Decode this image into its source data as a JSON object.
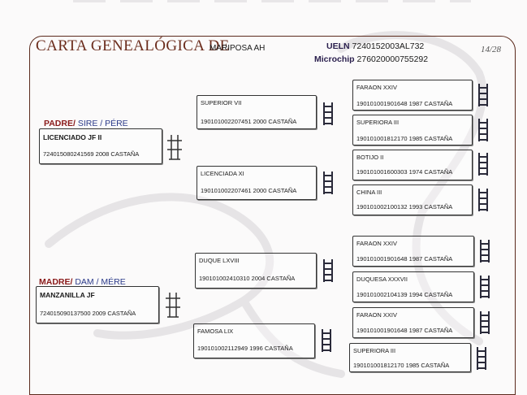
{
  "header": {
    "title": "CARTA GENEALÓGICA DE",
    "horse_name": "MARIPOSA AH",
    "ueln_label": "UELN",
    "ueln_value": "7240152003AL732",
    "microchip_label": "Microchip",
    "microchip_value": "276020000755292",
    "page": "14/28"
  },
  "sire": {
    "label_es": "PADRE/",
    "label_en": " SIRE / PÉRE",
    "name": "LICENCIADO JF II",
    "details": "724015080241569 2008 CASTAÑA"
  },
  "dam": {
    "label_es": "MADRE/",
    "label_en": " DAM / MÉRE",
    "name": "MANZANILLA JF",
    "details": "724015090137500 2009 CASTAÑA"
  },
  "grandparents": [
    {
      "name": "SUPERIOR VII",
      "details": "190101002207451 2000 CASTAÑA"
    },
    {
      "name": "LICENCIADA XI",
      "details": "190101002207461 2000 CASTAÑA"
    },
    {
      "name": "DUQUE LXVIII",
      "details": "190101002410310 2004 CASTAÑA"
    },
    {
      "name": "FAMOSA LIX",
      "details": "190101002112949 1996 CASTAÑA"
    }
  ],
  "great_grandparents": [
    {
      "name": "FARAON XXIV",
      "details": "190101001901648 1987 CASTAÑA"
    },
    {
      "name": "SUPERIORA III",
      "details": "190101001812170 1985 CASTAÑA"
    },
    {
      "name": "BOTIJO II",
      "details": "190101001600303 1974 CASTAÑA"
    },
    {
      "name": "CHINA III",
      "details": "190101002100132 1993 CASTAÑA"
    },
    {
      "name": "FARAON XXIV",
      "details": "190101001901648 1987 CASTAÑA"
    },
    {
      "name": "DUQUESA XXXVII",
      "details": "190101002104139 1994 CASTAÑA"
    },
    {
      "name": "FARAON XXIV",
      "details": "190101001901648 1987 CASTAÑA"
    },
    {
      "name": "SUPERIORA III",
      "details": "190101001812170 1985 CASTAÑA"
    }
  ],
  "colors": {
    "frame": "#5b2a1c",
    "title": "#6b2c1c",
    "sire_label": "#8a1a1a",
    "sire_label_en": "#2b3a8a"
  },
  "icons": {
    "ladder": "ladder-icon",
    "brand": "brand-mark-icon"
  }
}
